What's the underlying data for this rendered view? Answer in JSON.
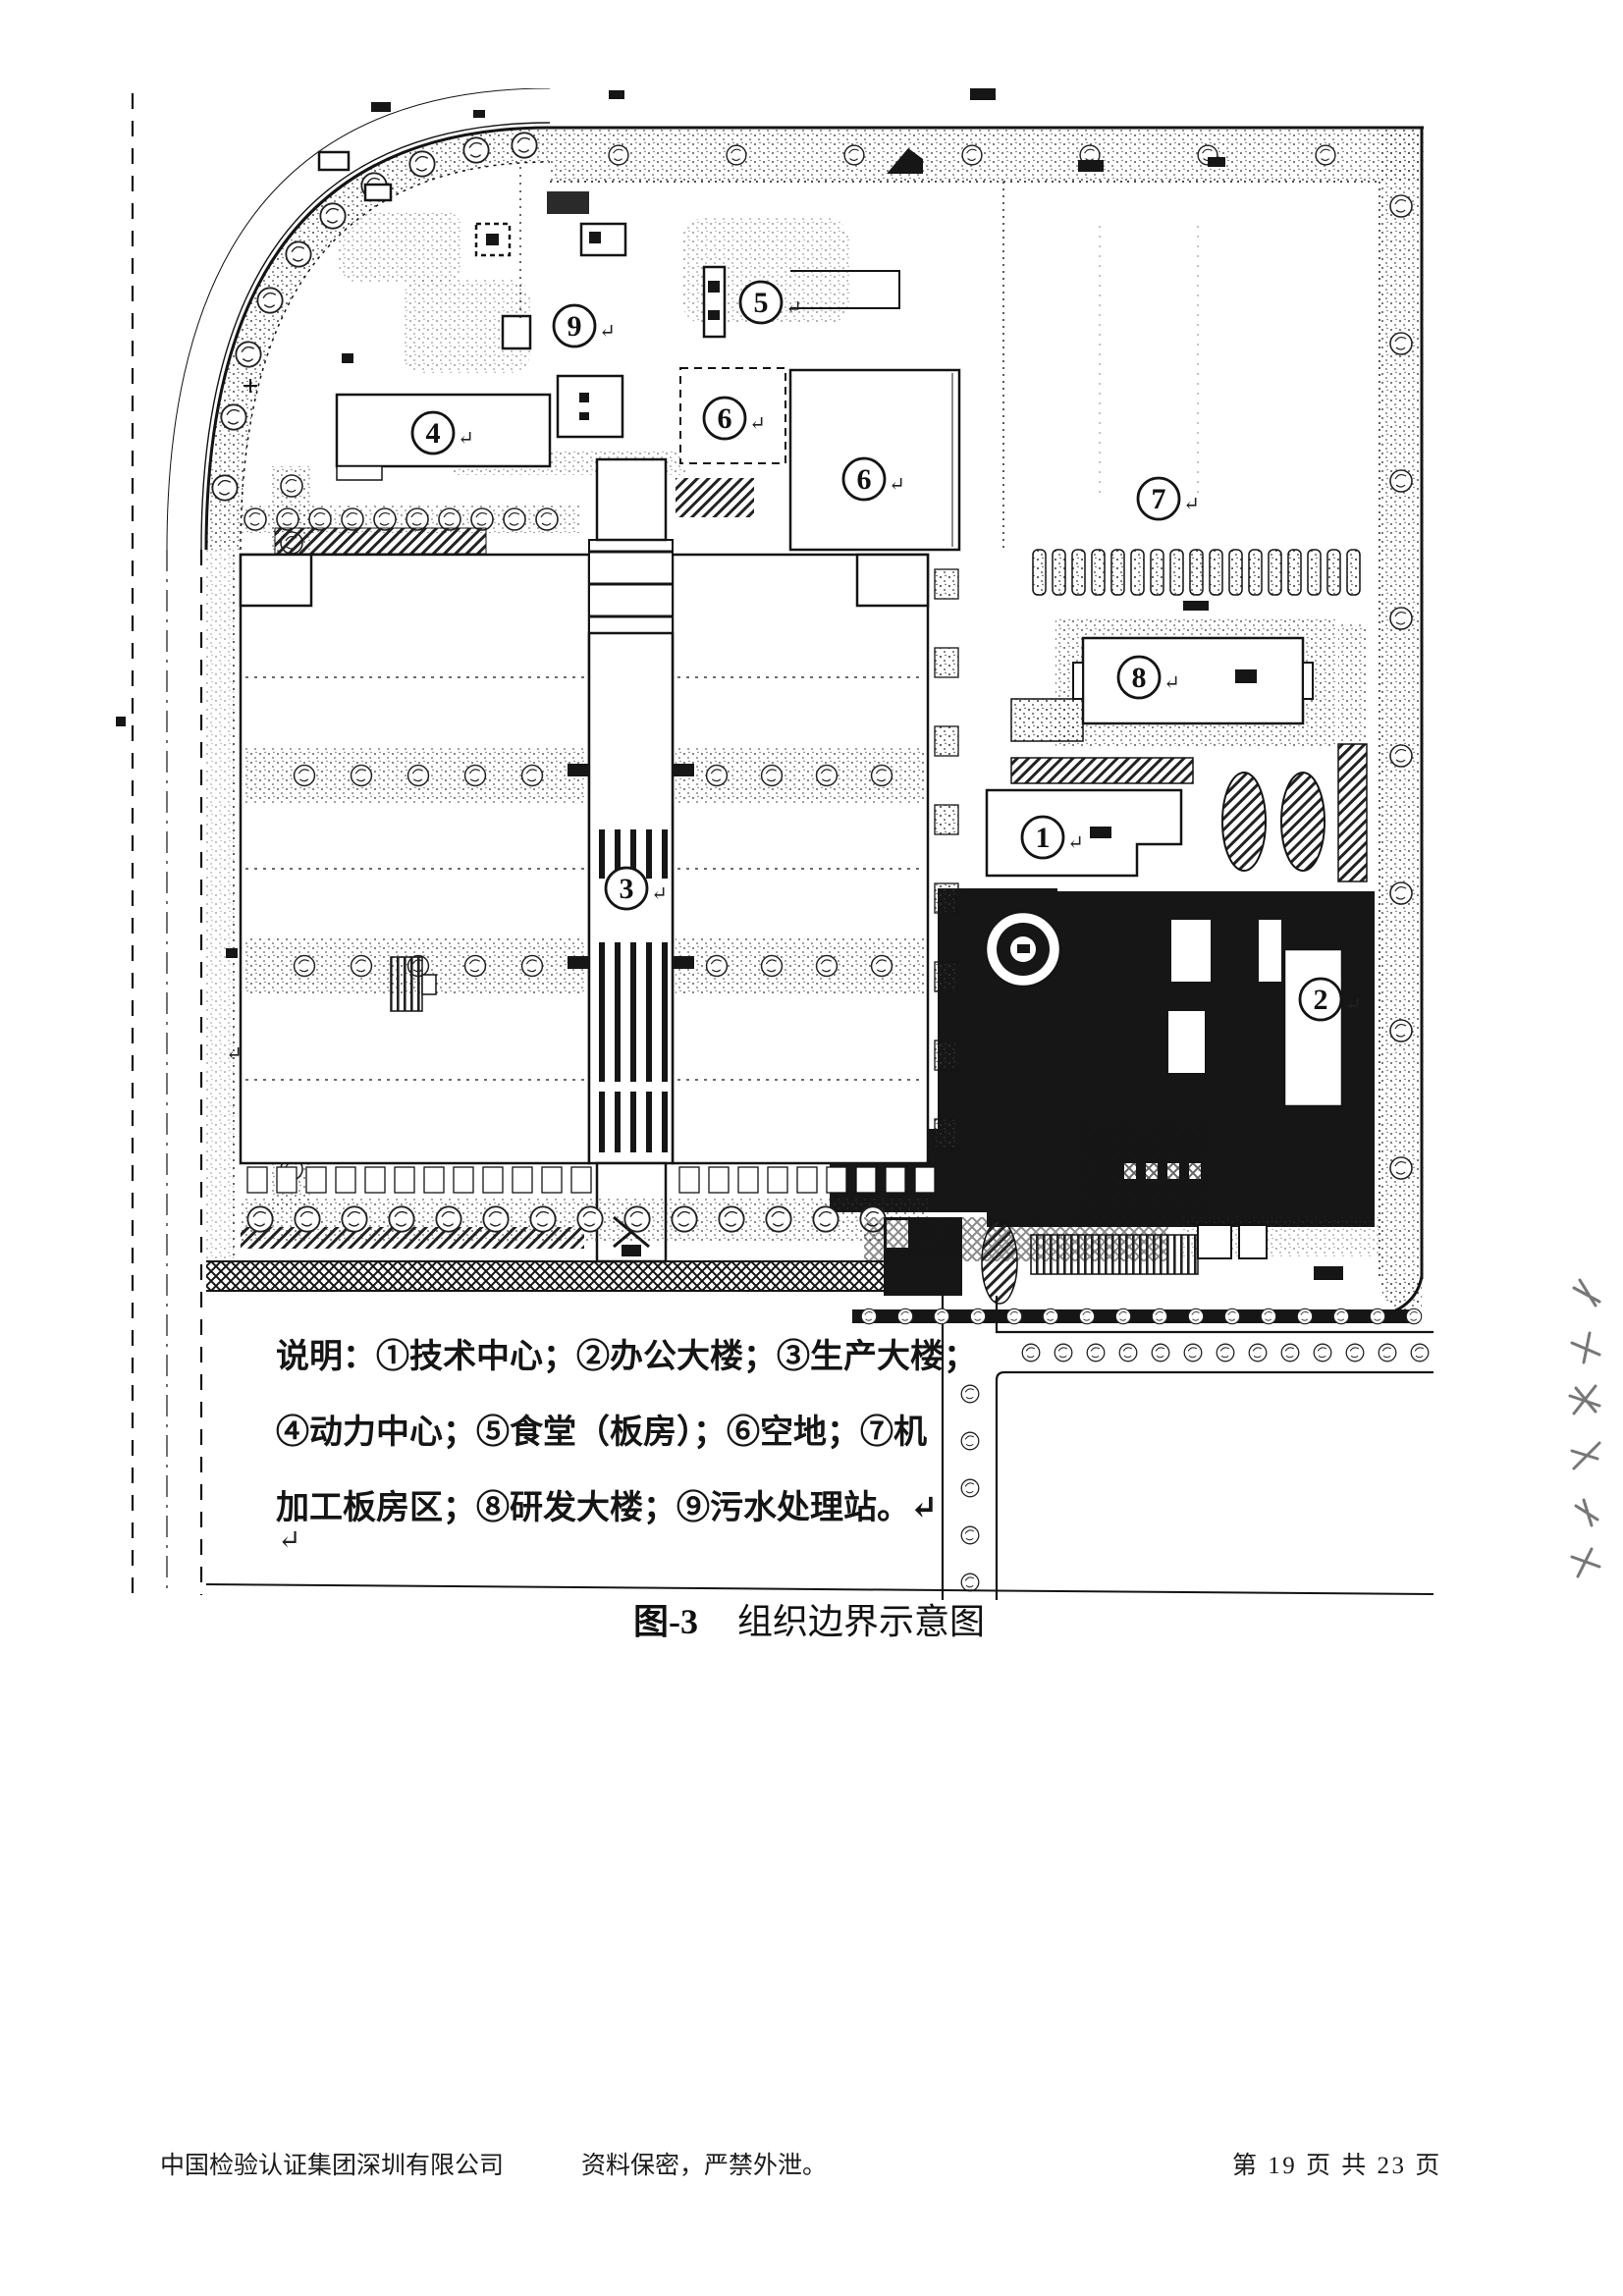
{
  "document": {
    "legend": {
      "lines": [
        "说明：①技术中心；②办公大楼；③生产大楼；",
        "④动力中心；⑤食堂（板房）；⑥空地；⑦机",
        "加工板房区；⑧研发大楼；⑨污水处理站。↵"
      ],
      "stray_return_mark": "↵"
    },
    "caption": {
      "label": "图-3",
      "title": "组织边界示意图"
    },
    "footer": {
      "company": "中国检验认证集团深圳有限公司",
      "confidentiality_notice": "资料保密，严禁外泄。",
      "page_indicator": "第 19 页 共 23 页"
    }
  },
  "map": {
    "return_mark": "↵",
    "markers": [
      {
        "label": "9"
      },
      {
        "label": "5"
      },
      {
        "label": "4"
      },
      {
        "label": "6"
      },
      {
        "label": "6"
      },
      {
        "label": "7"
      },
      {
        "label": "8"
      },
      {
        "label": "1"
      },
      {
        "label": "3"
      },
      {
        "label": "2"
      }
    ]
  }
}
